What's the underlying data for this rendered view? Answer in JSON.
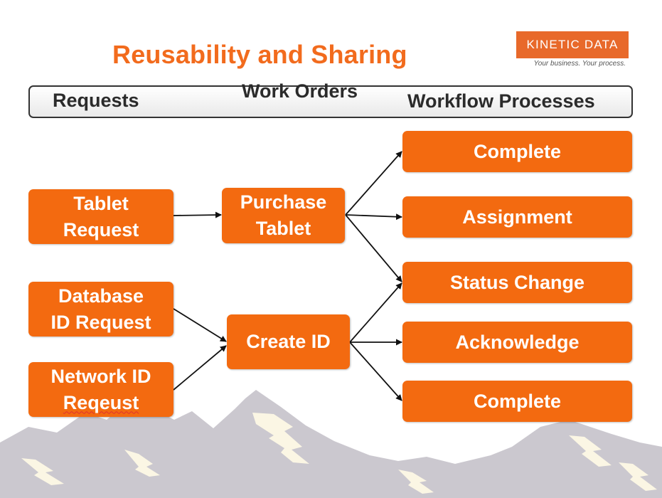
{
  "title": "Reusability and Sharing",
  "logo": {
    "name": "KINETIC DATA",
    "tagline": "Your business. Your process."
  },
  "columns": {
    "requests": "Requests",
    "work_orders": "Work Orders",
    "workflow": "Workflow Processes"
  },
  "requests": [
    {
      "line1": "Tablet",
      "line2": "Request"
    },
    {
      "line1": "Database",
      "line2": "ID Request"
    },
    {
      "line1": "Network ID",
      "line2": "Reqeust"
    }
  ],
  "work_orders": [
    {
      "line1": "Purchase",
      "line2": "Tablet"
    },
    {
      "line1": "Create ID"
    }
  ],
  "workflow": [
    {
      "label": "Complete"
    },
    {
      "label": "Assignment"
    },
    {
      "label": "Status Change"
    },
    {
      "label": "Acknowledge"
    },
    {
      "label": "Complete"
    }
  ],
  "colors": {
    "accent": "#f36a10",
    "title": "#f26b1d",
    "logo": "#e8692a",
    "header_text": "#2b2b2b",
    "mountain": "#c8c5cc"
  }
}
